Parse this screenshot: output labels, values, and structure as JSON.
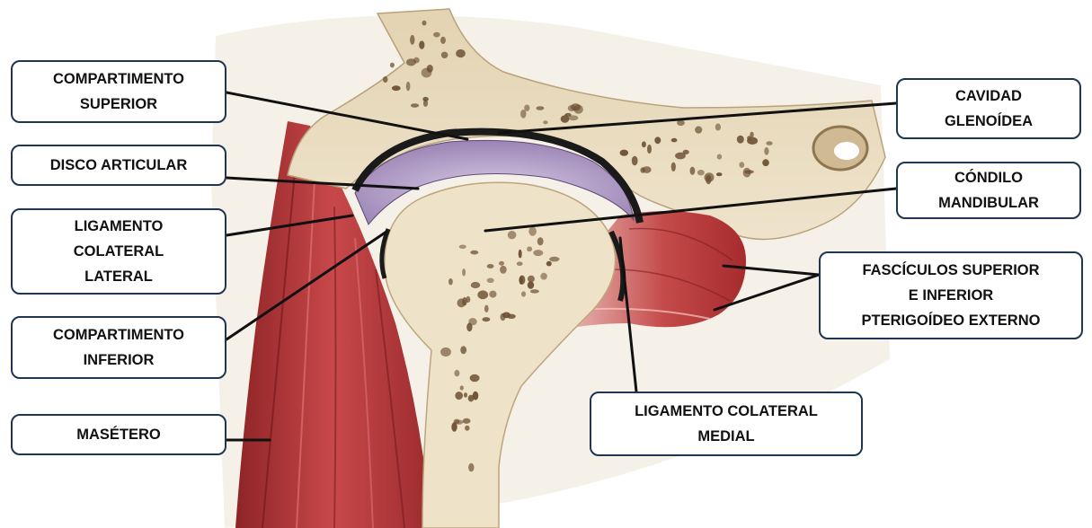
{
  "colors": {
    "box_border": "#1f3550",
    "box_fill": "#ffffff",
    "text": "#111111",
    "bone": "#e9dcc0",
    "bone_pores": "#6a4e30",
    "disc": "#a892bd",
    "muscle": "#b8383b",
    "cavity_line": "#1a1a1a"
  },
  "labels": {
    "compartimento_superior": "COMPARTIMENTO\nSUPERIOR",
    "disco_articular": "DISCO ARTICULAR",
    "ligamento_colateral_lateral": "LIGAMENTO\nCOLATERAL\nLATERAL",
    "compartimento_inferior": "COMPARTIMENTO\nINFERIOR",
    "masetero": "MASÉTERO",
    "cavidad_glenoidea": "CAVIDAD\nGLENOÍDEA",
    "condilo_mandibular": "CÓNDILO\nMANDIBULAR",
    "fasciculos": "FASCÍCULOS SUPERIOR\nE INFERIOR\nPTERIGOÍDEO  EXTERNO",
    "ligamento_colateral_medial": "LIGAMENTO COLATERAL\nMEDIAL"
  }
}
